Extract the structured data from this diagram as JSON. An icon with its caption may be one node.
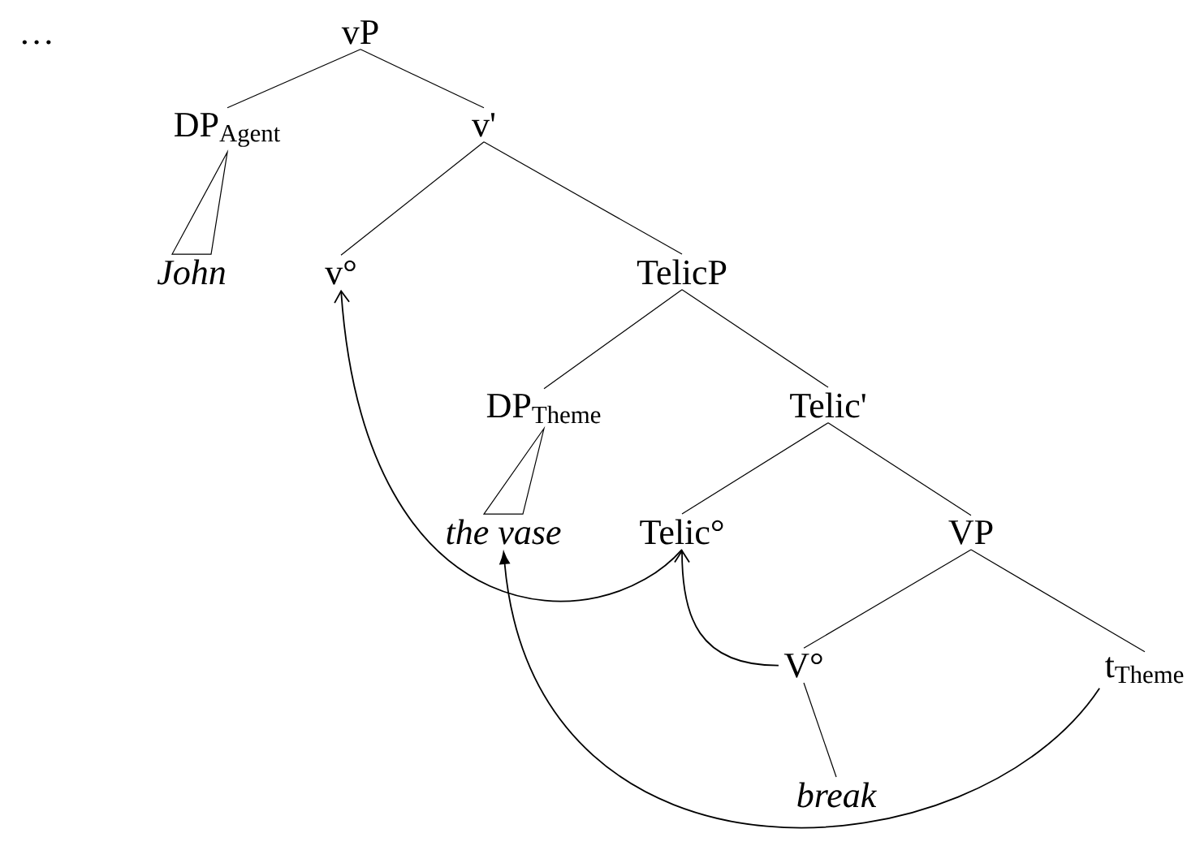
{
  "diagram": {
    "nodes": [
      {
        "text": [
          "vP"
        ]
      },
      {
        "text": [
          "DP$_{Agent}$"
        ]
      },
      {
        "text": [
          "v'"
        ]
      },
      {
        "text": [
          "John"
        ]
      },
      {
        "text": [
          "v°"
        ]
      },
      {
        "text": [
          "TelicP"
        ]
      },
      {
        "text": [
          "DP$_{Theme}$"
        ]
      },
      {
        "text": [
          "Telic'"
        ]
      },
      {
        "text": [
          "the vase"
        ]
      },
      {
        "text": [
          "Telic°"
        ]
      },
      {
        "text": [
          "VP"
        ]
      },
      {
        "text": [
          "V°"
        ]
      },
      {
        "text": [
          "t$_{Theme}$"
        ]
      },
      {
        "text": [
          "break"
        ]
      }
    ],
    "edges": [
      {
        "from": 0,
        "to": 1,
        "arrow": "none"
      },
      {
        "from": 0,
        "to": 2,
        "arrow": "none"
      },
      {
        "from": 1,
        "to": 3,
        "arrow": "none"
      },
      {
        "from": 2,
        "to": 4,
        "arrow": "none"
      },
      {
        "from": 2,
        "to": 5,
        "arrow": "none"
      },
      {
        "from": 5,
        "to": 6,
        "arrow": "none"
      },
      {
        "from": 5,
        "to": 7,
        "arrow": "none"
      },
      {
        "from": 6,
        "to": 8,
        "arrow": "none"
      },
      {
        "from": 7,
        "to": 9,
        "arrow": "none"
      },
      {
        "from": 7,
        "to": 10,
        "arrow": "none"
      },
      {
        "from": 10,
        "to": 11,
        "arrow": "none"
      },
      {
        "from": 10,
        "to": 12,
        "arrow": "none"
      },
      {
        "from": 11,
        "to": 13,
        "arrow": "none"
      },
      {
        "from": 9,
        "to": 4,
        "arrow": "to"
      },
      {
        "from": 11,
        "to": 9,
        "arrow": "to"
      },
      {
        "from": 12,
        "to": 8,
        "arrow": "to"
      }
    ],
    "labels": [
      "…"
    ]
  }
}
